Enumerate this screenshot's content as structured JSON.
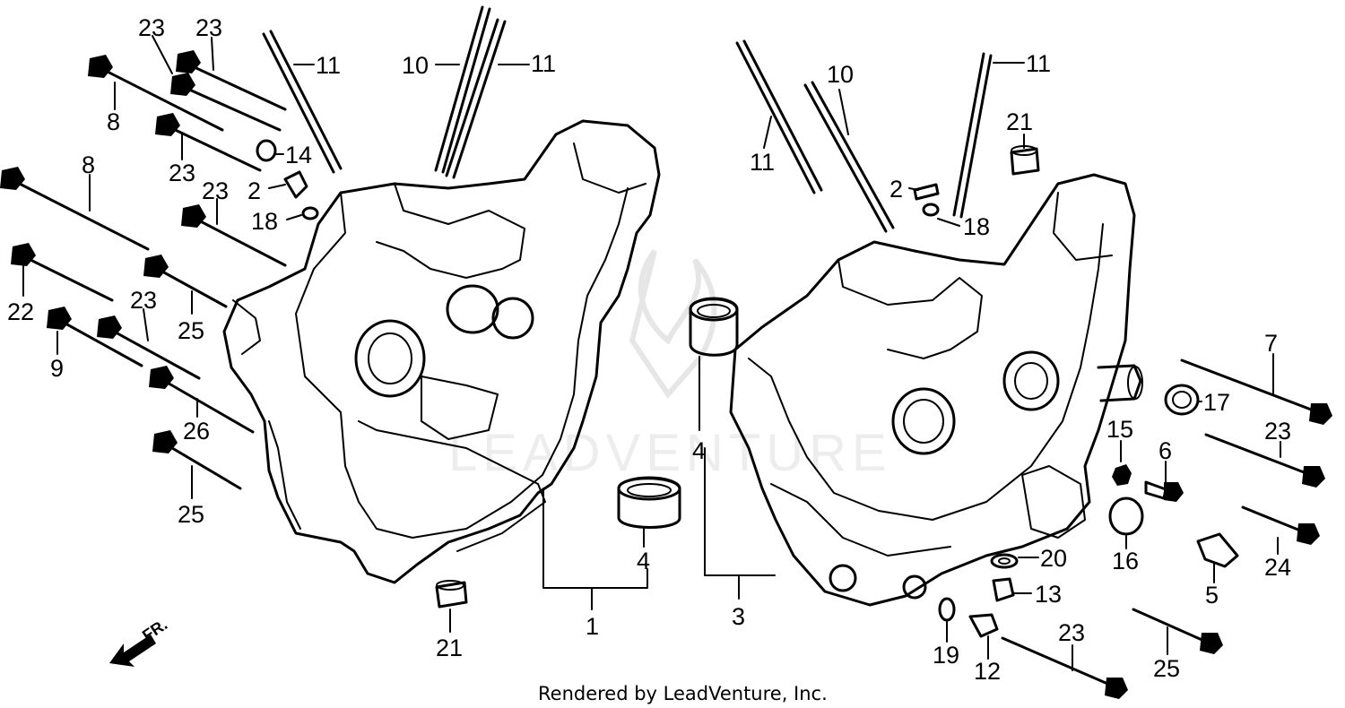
{
  "credit": "Rendered by LeadVenture, Inc.",
  "direction_label": "FR.",
  "watermark_text": "LEADVENTURE",
  "callouts": [
    {
      "id": "c23a",
      "label": "23"
    },
    {
      "id": "c23b",
      "label": "23"
    },
    {
      "id": "c8a",
      "label": "8"
    },
    {
      "id": "c23c",
      "label": "23"
    },
    {
      "id": "c14",
      "label": "14"
    },
    {
      "id": "c2a",
      "label": "2"
    },
    {
      "id": "c8b",
      "label": "8"
    },
    {
      "id": "c23d",
      "label": "23"
    },
    {
      "id": "c18a",
      "label": "18"
    },
    {
      "id": "c22",
      "label": "22"
    },
    {
      "id": "c23e",
      "label": "23"
    },
    {
      "id": "c25a",
      "label": "25"
    },
    {
      "id": "c9",
      "label": "9"
    },
    {
      "id": "c26",
      "label": "26"
    },
    {
      "id": "c25b",
      "label": "25"
    },
    {
      "id": "c11a",
      "label": "11"
    },
    {
      "id": "c10a",
      "label": "10"
    },
    {
      "id": "c11b",
      "label": "11"
    },
    {
      "id": "c10b",
      "label": "10"
    },
    {
      "id": "c11c",
      "label": "11"
    },
    {
      "id": "c11d",
      "label": "11"
    },
    {
      "id": "c21a",
      "label": "21"
    },
    {
      "id": "c2b",
      "label": "2"
    },
    {
      "id": "c18b",
      "label": "18"
    },
    {
      "id": "c4a",
      "label": "4"
    },
    {
      "id": "c4b",
      "label": "4"
    },
    {
      "id": "c1",
      "label": "1"
    },
    {
      "id": "c3",
      "label": "3"
    },
    {
      "id": "c21b",
      "label": "21"
    },
    {
      "id": "c7",
      "label": "7"
    },
    {
      "id": "c17",
      "label": "17"
    },
    {
      "id": "c15",
      "label": "15"
    },
    {
      "id": "c6",
      "label": "6"
    },
    {
      "id": "c23f",
      "label": "23"
    },
    {
      "id": "c16",
      "label": "16"
    },
    {
      "id": "c24",
      "label": "24"
    },
    {
      "id": "c5",
      "label": "5"
    },
    {
      "id": "c20",
      "label": "20"
    },
    {
      "id": "c13",
      "label": "13"
    },
    {
      "id": "c19",
      "label": "19"
    },
    {
      "id": "c12",
      "label": "12"
    },
    {
      "id": "c23g",
      "label": "23"
    },
    {
      "id": "c25c",
      "label": "25"
    }
  ]
}
